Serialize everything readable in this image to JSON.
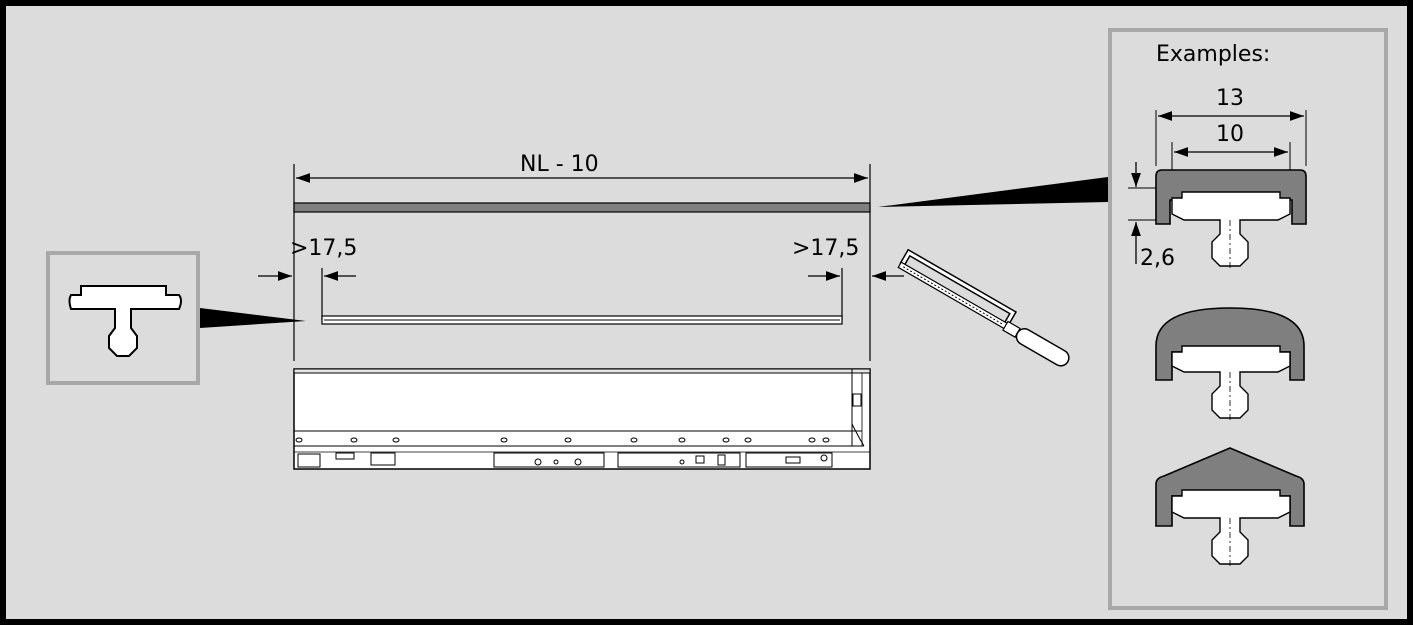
{
  "labels": {
    "overall_length": "NL - 10",
    "left_clearance": ">17,5",
    "right_clearance": ">17,5",
    "examples_title": "Examples:",
    "width_outer": "13",
    "width_inner": "10",
    "thickness": "2,6"
  },
  "colors": {
    "background": "#dcdcdc",
    "frame": "#000000",
    "callout_border": "#a8a8a8",
    "profile_fill": "#7f7f7f",
    "insert_fill": "#ffffff",
    "line": "#000000"
  },
  "icons": {
    "saw": "hacksaw-icon",
    "insert_profile": "t-profile-icon"
  }
}
